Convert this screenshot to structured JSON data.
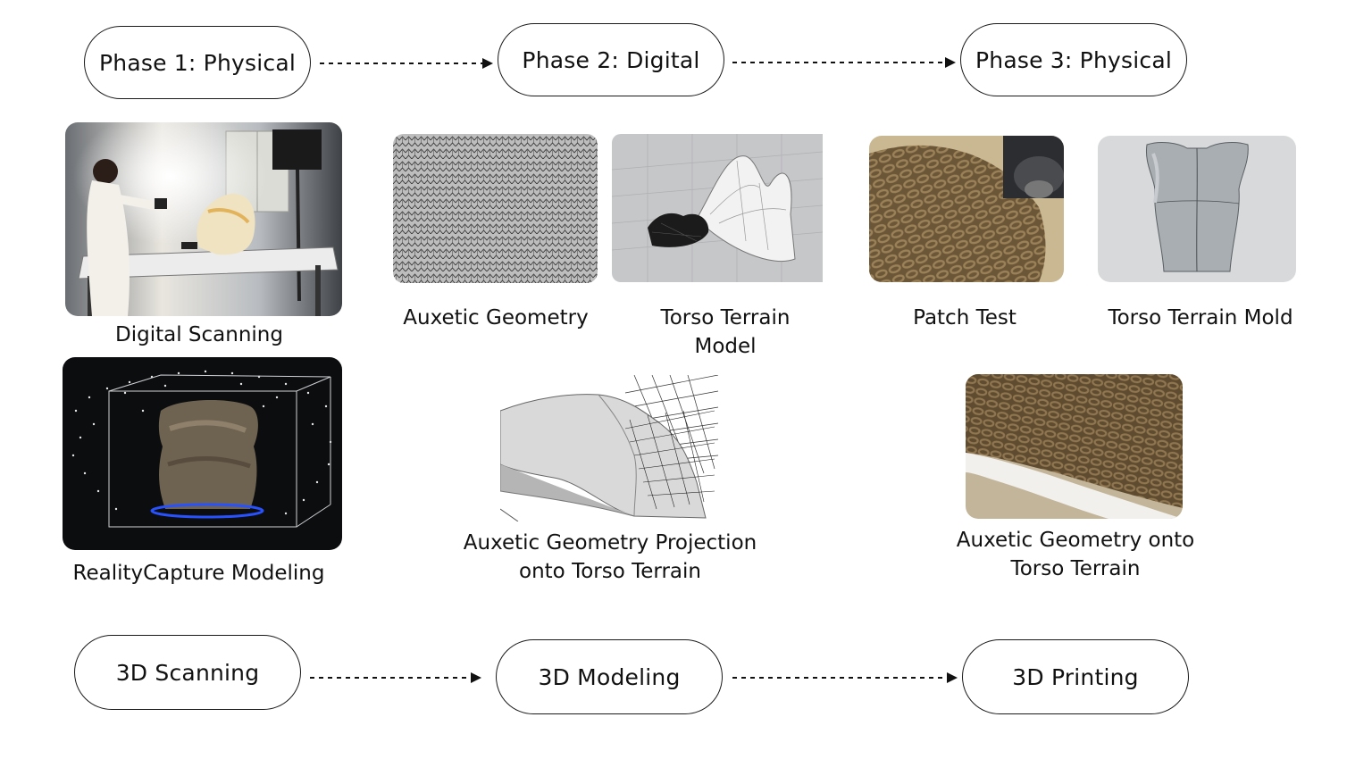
{
  "phases": {
    "phase1": "Phase 1: Physical",
    "phase2": "Phase 2: Digital",
    "phase3": "Phase 3: Physical"
  },
  "steps": {
    "scanning": "3D Scanning",
    "modeling": "3D Modeling",
    "printing": "3D Printing"
  },
  "captions": {
    "digital_scanning": "Digital Scanning",
    "realitycapture": "RealityCapture Modeling",
    "auxetic_geometry": "Auxetic Geometry",
    "torso_terrain_model_1": "Torso Terrain",
    "torso_terrain_model_2": "Model",
    "projection_1": "Auxetic Geometry Projection",
    "projection_2": "onto Torso Terrain",
    "patch_test": "Patch Test",
    "torso_terrain_mold": "Torso Terrain Mold",
    "onto_terrain_1": "Auxetic Geometry onto",
    "onto_terrain_2": "Torso Terrain"
  }
}
